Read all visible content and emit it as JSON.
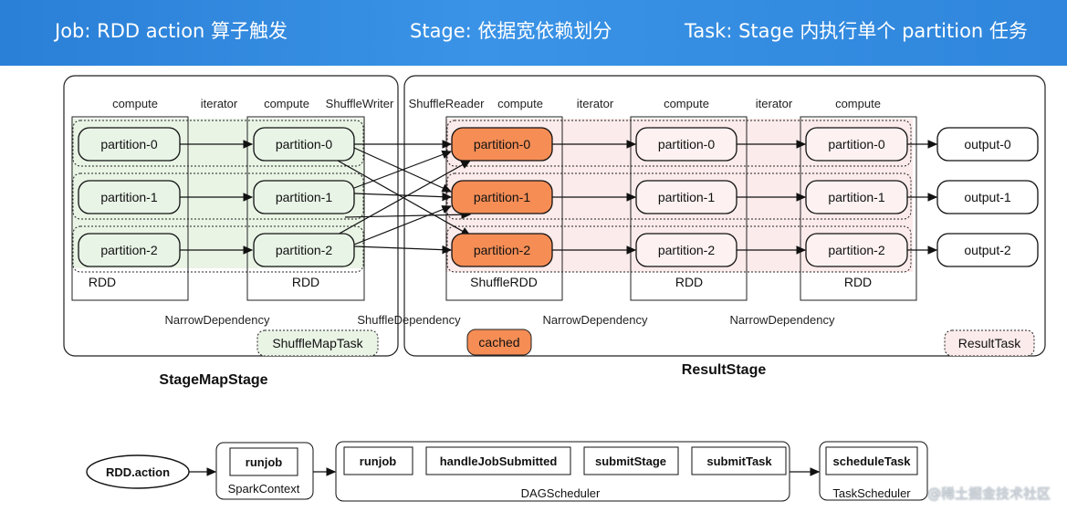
{
  "header": {
    "job": "Job: RDD action 算子触发",
    "stage": "Stage: 依据宽依赖划分",
    "task": "Task: Stage 内执行单个 partition 任务"
  },
  "map_stage": {
    "title": "StageMapStage",
    "task_label": "ShuffleMapTask",
    "rdd1": {
      "label": "RDD",
      "top_label": "compute",
      "partitions": [
        "partition-0",
        "partition-1",
        "partition-2"
      ]
    },
    "iterator1": "iterator",
    "rdd2": {
      "label": "RDD",
      "top_label": "compute",
      "partitions": [
        "partition-0",
        "partition-1",
        "partition-2"
      ]
    },
    "writer": "ShuffleWriter",
    "dependency": "NarrowDependency"
  },
  "shuffle_dependency": "ShuffleDependency",
  "result_stage": {
    "title": "ResultStage",
    "task_label": "ResultTask",
    "cached_label": "cached",
    "reader": "ShuffleReader",
    "shuffle_rdd": {
      "label": "ShuffleRDD",
      "top_label": "compute",
      "partitions": [
        "partition-0",
        "partition-1",
        "partition-2"
      ]
    },
    "iterator2": "iterator",
    "rdd3": {
      "label": "RDD",
      "top_label": "compute",
      "partitions": [
        "partition-0",
        "partition-1",
        "partition-2"
      ]
    },
    "iterator3": "iterator",
    "rdd4": {
      "label": "RDD",
      "top_label": "compute",
      "partitions": [
        "partition-0",
        "partition-1",
        "partition-2"
      ]
    },
    "outputs": [
      "output-0",
      "output-1",
      "output-2"
    ],
    "dependency1": "NarrowDependency",
    "dependency2": "NarrowDependency"
  },
  "flow": {
    "action": "RDD.action",
    "spark_context": {
      "label": "SparkContext",
      "step": "runjob"
    },
    "dag_scheduler": {
      "label": "DAGScheduler",
      "steps": [
        "runjob",
        "handleJobSubmitted",
        "submitStage",
        "submitTask"
      ]
    },
    "task_scheduler": {
      "label": "TaskScheduler",
      "step": "scheduleTask"
    }
  },
  "watermark": "@稀土掘金技术社区",
  "colors": {
    "banner": "#3a8ee4",
    "green_fill": "#e8f4e6",
    "green_area": "#edf6ea",
    "orange_fill": "#f58d55",
    "pink_fill": "#fdf1f1",
    "pink_area": "#fcecec"
  }
}
